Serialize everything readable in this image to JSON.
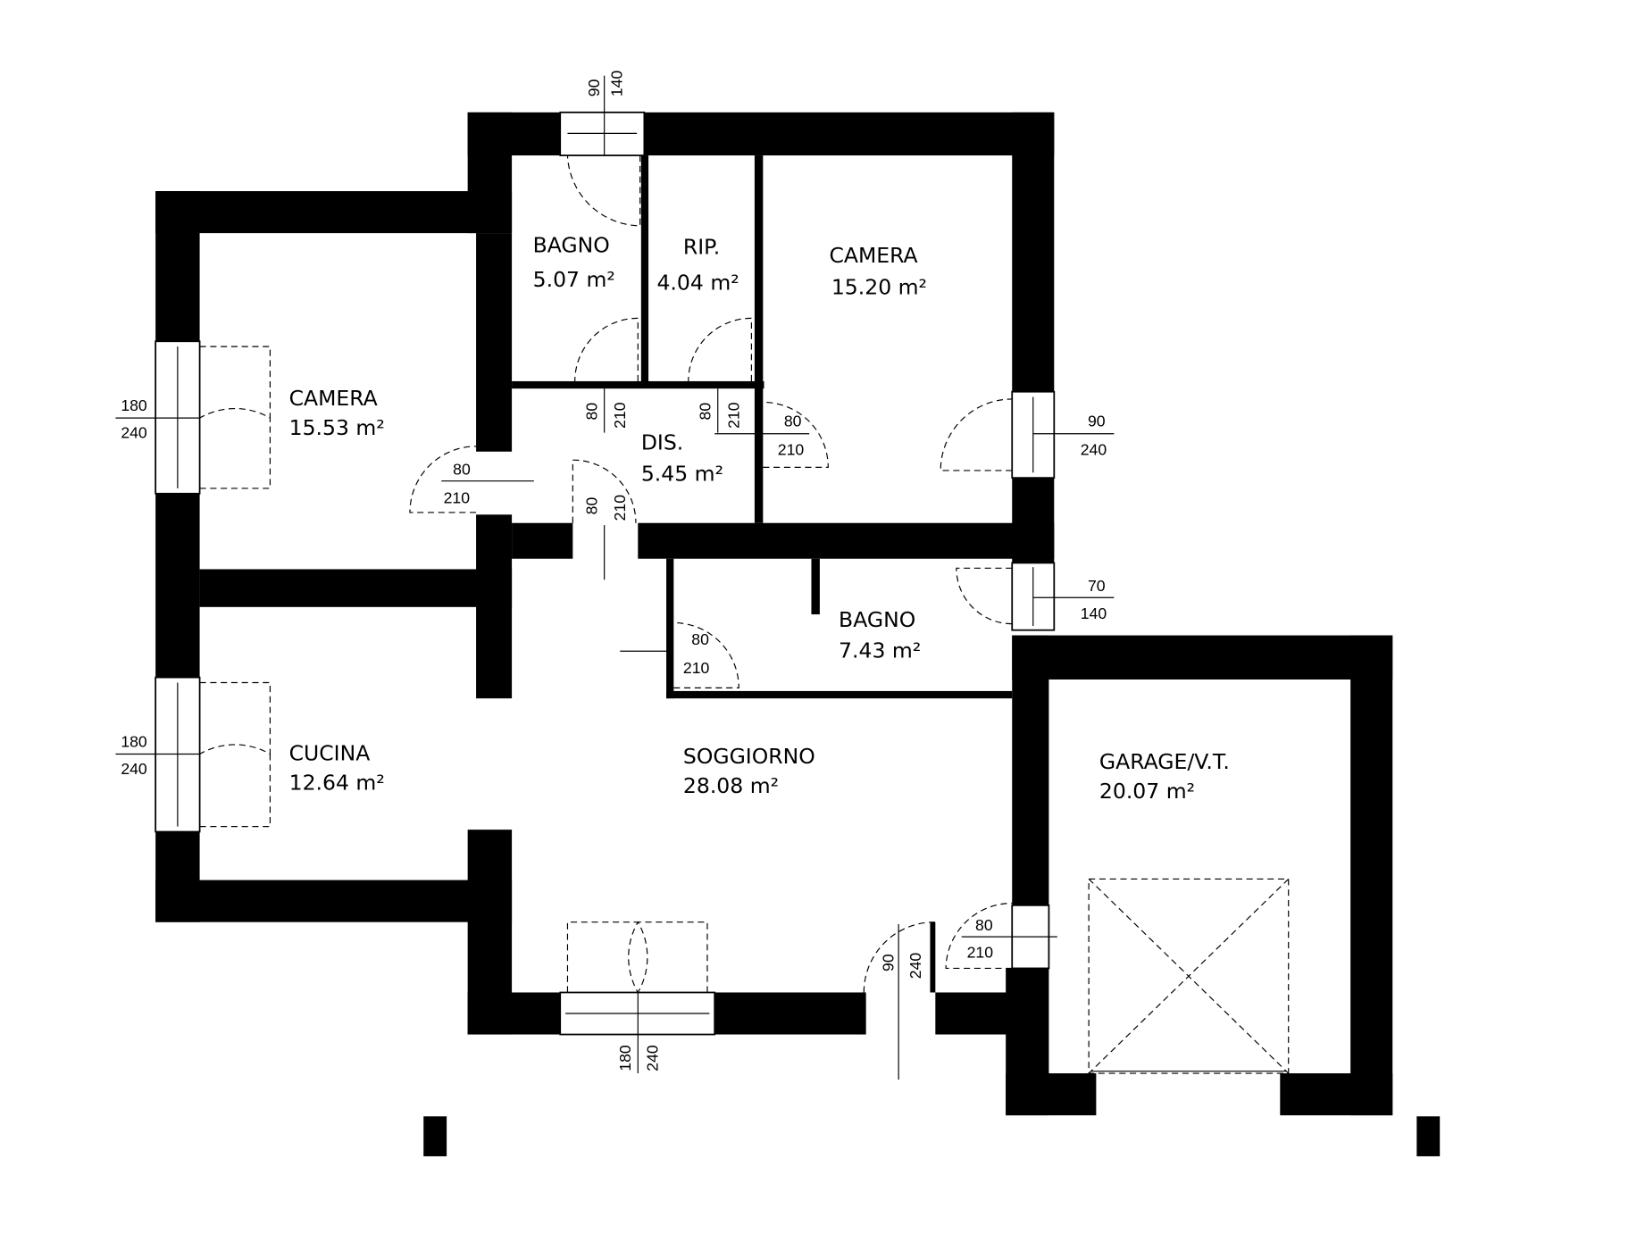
{
  "rooms": [
    {
      "name": "BAGNO",
      "area": "5.07 m²"
    },
    {
      "name": "RIP.",
      "area": "4.04 m²"
    },
    {
      "name": "CAMERA",
      "area": "15.20 m²"
    },
    {
      "name": "CAMERA",
      "area": "15.53 m²"
    },
    {
      "name": "DIS.",
      "area": "5.45 m²"
    },
    {
      "name": "BAGNO",
      "area": "7.43 m²"
    },
    {
      "name": "CUCINA",
      "area": "12.64 m²"
    },
    {
      "name": "SOGGIORNO",
      "area": "28.08 m²"
    },
    {
      "name": "GARAGE/V.T.",
      "area": "20.07 m²"
    }
  ],
  "openings": [
    {
      "w": "90",
      "h": "140"
    },
    {
      "w": "180",
      "h": "240"
    },
    {
      "w": "80",
      "h": "210"
    },
    {
      "w": "80",
      "h": "210"
    },
    {
      "w": "80",
      "h": "210"
    },
    {
      "w": "80",
      "h": "210"
    },
    {
      "w": "80",
      "h": "210"
    },
    {
      "w": "90",
      "h": "240"
    },
    {
      "w": "70",
      "h": "140"
    },
    {
      "w": "80",
      "h": "210"
    },
    {
      "w": "180",
      "h": "240"
    },
    {
      "w": "80",
      "h": "210"
    },
    {
      "w": "90",
      "h": "240"
    },
    {
      "w": "180",
      "h": "240"
    }
  ]
}
